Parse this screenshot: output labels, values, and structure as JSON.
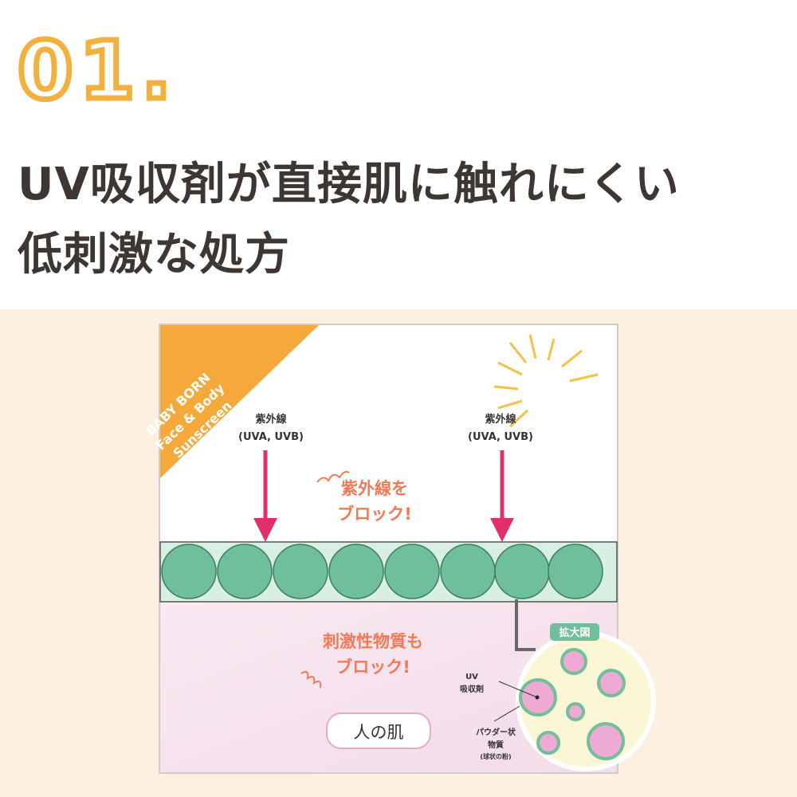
{
  "heading": {
    "number": "01.",
    "line1": "UV吸収剤が直接肌に触れにくい",
    "line2": "低刺激な処方"
  },
  "diagram": {
    "brand": [
      "BABY BORN",
      "Face & Body",
      "Sunscreen"
    ],
    "uv_label_left": [
      "紫外線",
      "(UVA, UVB)"
    ],
    "uv_label_right": [
      "紫外線",
      "(UVA, UVB)"
    ],
    "block_uv": [
      "紫外線を",
      "ブロック!"
    ],
    "block_irritant": [
      "刺激性物質も",
      "ブロック!"
    ],
    "skin_label": "人の肌",
    "zoom_label": "拡大図",
    "uv_absorber_label": [
      "UV",
      "吸収剤"
    ],
    "powder_label": [
      "パウダー状",
      "物質",
      "(球状の粉)"
    ],
    "colors": {
      "orange": "#f5a93a",
      "green": "#6fbf9a",
      "pink_arrow": "#e0306a",
      "callout": "#f07a55",
      "skin": "#f6e3ee",
      "magnifier": "#fbf6d6"
    }
  }
}
